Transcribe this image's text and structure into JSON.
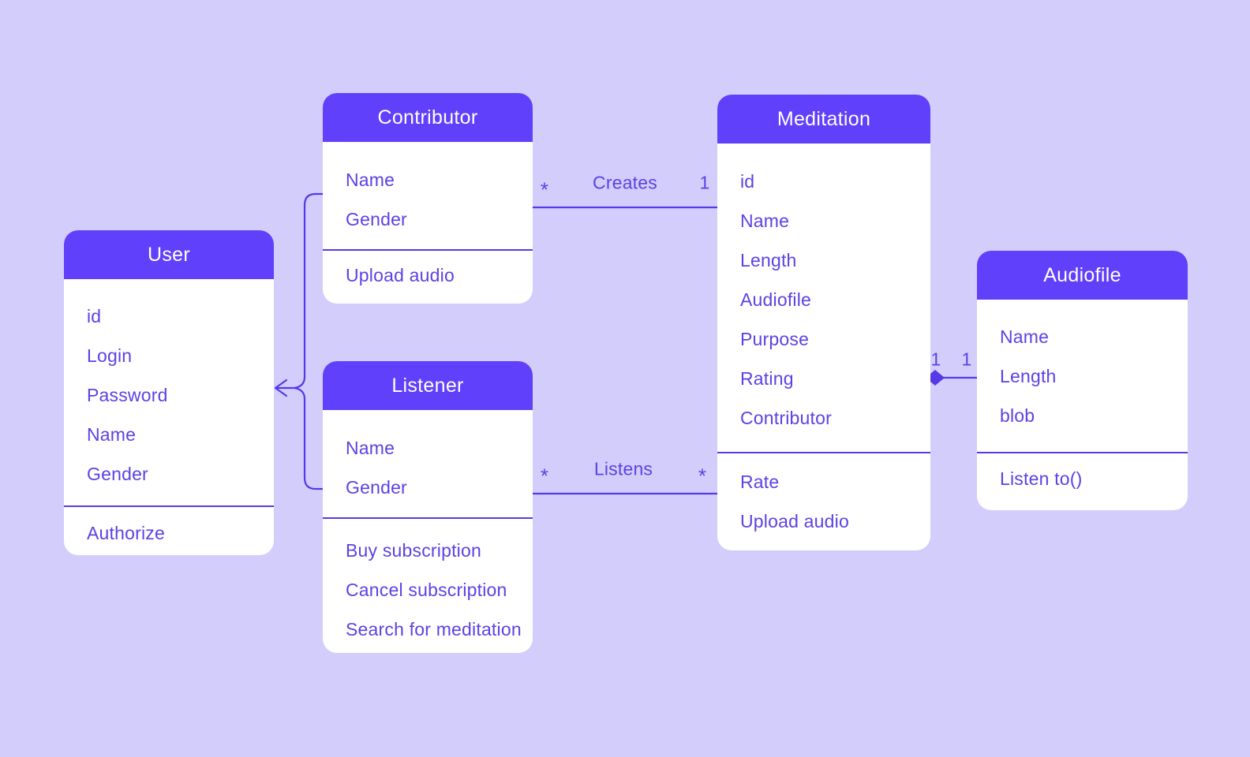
{
  "colors": {
    "background": "#D3CDFC",
    "header": "#6040FA",
    "text": "#5A43E4",
    "line": "#5639E6",
    "card": "#FFFFFF",
    "headertext": "#FFFFFF"
  },
  "entities": [
    {
      "title": "User",
      "attributes": [
        "id",
        "Login",
        "Password",
        "Name",
        "Gender"
      ],
      "methods": [
        "Authorize"
      ]
    },
    {
      "title": "Contributor",
      "attributes": [
        "Name",
        "Gender"
      ],
      "methods": [
        "Upload audio"
      ]
    },
    {
      "title": "Listener",
      "attributes": [
        "Name",
        "Gender"
      ],
      "methods": [
        "Buy subscription",
        "Cancel subscription",
        "Search for meditation"
      ]
    },
    {
      "title": "Meditation",
      "attributes": [
        "id",
        "Name",
        "Length",
        "Audiofile",
        "Purpose",
        "Rating",
        "Contributor"
      ],
      "methods": [
        "Rate",
        "Upload audio"
      ]
    },
    {
      "title": "Audiofile",
      "attributes": [
        "Name",
        "Length",
        "blob"
      ],
      "methods": [
        "Listen to()"
      ]
    }
  ],
  "relationships": [
    {
      "label": "Creates",
      "from": "Contributor",
      "to": "Meditation",
      "from_cardinality": "*",
      "to_cardinality": "1"
    },
    {
      "label": "Listens",
      "from": "Listener",
      "to": "Meditation",
      "from_cardinality": "*",
      "to_cardinality": "*"
    },
    {
      "label": "",
      "from": "Meditation",
      "to": "Audiofile",
      "from_cardinality": "1",
      "to_cardinality": "1",
      "connector": "composition-diamond"
    },
    {
      "label": "",
      "from": "Contributor, Listener",
      "to": "User",
      "connector": "generalization-arrow"
    }
  ]
}
